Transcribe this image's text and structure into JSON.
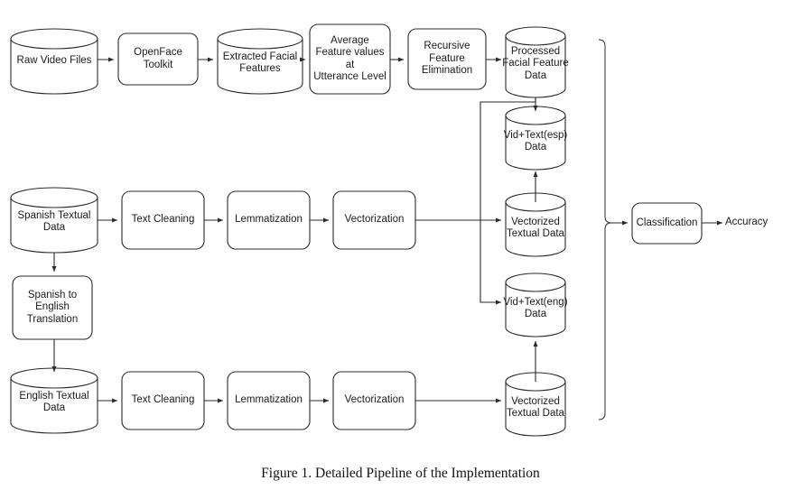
{
  "figure": {
    "caption": "Figure 1. Detailed Pipeline of the Implementation",
    "colors": {
      "stroke": "#2b2b2b",
      "light_stroke": "#7a7a7a",
      "fill": "#ffffff",
      "text": "#1a1a1a"
    }
  },
  "nodes": {
    "raw_video_files": {
      "label": "Raw Video Files",
      "shape": "cylinder"
    },
    "openface_toolkit": {
      "label": "OpenFace Toolkit",
      "shape": "rounded-rect"
    },
    "extracted_facial_features": {
      "label": "Extracted Facial\nFeatures",
      "shape": "cylinder"
    },
    "average_feature_values": {
      "label": "Average\nFeature values\nat\nUtterance Level",
      "shape": "rounded-rect"
    },
    "recursive_feature_elimination": {
      "label": "Recursive\nFeature\nElimination",
      "shape": "rounded-rect"
    },
    "processed_facial_feature_data": {
      "label": "Processed\nFacial Feature\nData",
      "shape": "cylinder"
    },
    "vid_text_esp_data": {
      "label": "Vid+Text(esp)\nData",
      "shape": "cylinder"
    },
    "spanish_textual_data": {
      "label": "Spanish Textual\nData",
      "shape": "cylinder"
    },
    "text_cleaning_esp": {
      "label": "Text Cleaning",
      "shape": "rounded-rect"
    },
    "lemmatization_esp": {
      "label": "Lemmatization",
      "shape": "rounded-rect"
    },
    "vectorization_esp": {
      "label": "Vectorization",
      "shape": "rounded-rect"
    },
    "vectorized_textual_data_esp": {
      "label": "Vectorized\nTextual Data",
      "shape": "cylinder"
    },
    "spanish_to_english_translation": {
      "label": "Spanish to\nEnglish\nTranslation",
      "shape": "rounded-rect"
    },
    "vid_text_eng_data": {
      "label": "Vid+Text(eng)\nData",
      "shape": "cylinder"
    },
    "english_textual_data": {
      "label": "English Textual\nData",
      "shape": "cylinder"
    },
    "text_cleaning_eng": {
      "label": "Text Cleaning",
      "shape": "rounded-rect"
    },
    "lemmatization_eng": {
      "label": "Lemmatization",
      "shape": "rounded-rect"
    },
    "vectorization_eng": {
      "label": "Vectorization",
      "shape": "rounded-rect"
    },
    "vectorized_textual_data_eng": {
      "label": "Vectorized\nTextual Data",
      "shape": "cylinder"
    },
    "classification": {
      "label": "Classification",
      "shape": "rounded-rect"
    },
    "accuracy": {
      "label": "Accuracy",
      "shape": "text"
    }
  }
}
